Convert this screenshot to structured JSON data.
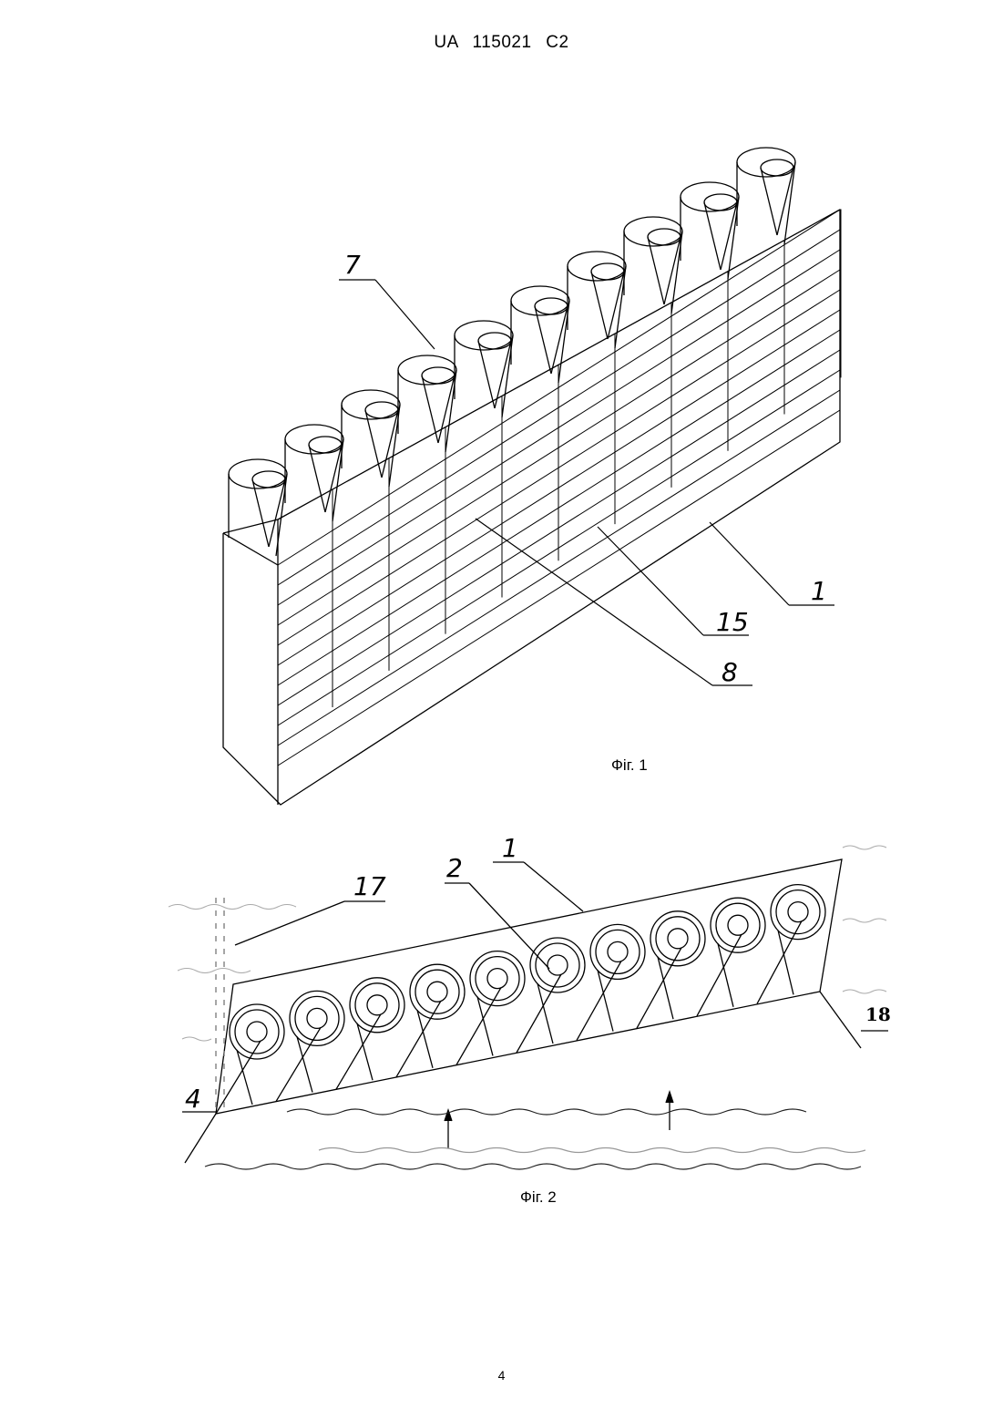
{
  "header": {
    "doc_id": "UA   115021   C2"
  },
  "figure1": {
    "caption": "Фіг. 1",
    "labels": {
      "l7": "7",
      "l1": "1",
      "l15": "15",
      "l8": "8"
    }
  },
  "figure2": {
    "caption": "Фіг. 2",
    "labels": {
      "l17": "17",
      "l2": "2",
      "l1": "1",
      "l18": "18",
      "l4": "4"
    }
  },
  "footer": {
    "page_number": "4"
  }
}
